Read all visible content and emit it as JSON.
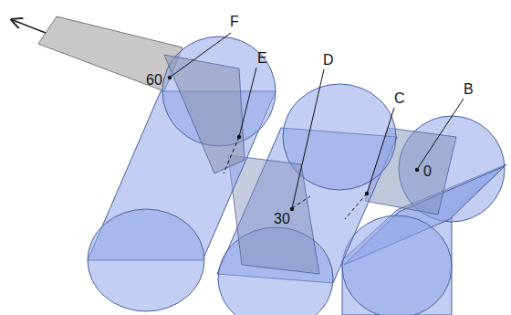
{
  "diagram": {
    "labels": [
      "F",
      "E",
      "D",
      "C",
      "B",
      "60",
      "30",
      "0"
    ]
  }
}
